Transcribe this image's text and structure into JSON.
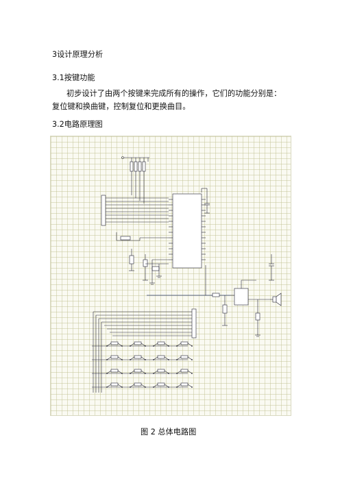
{
  "section_title": "3设计原理分析",
  "subsection_1": {
    "title": "3.1按键功能",
    "paragraph_line1": "初步设计了由两个按键来完成所有的操作，它们的功能分别是：",
    "paragraph_line2": "复位键和换曲键，控制复位和更换曲目。"
  },
  "subsection_2": {
    "title": "3.2电路原理图"
  },
  "figure_caption": "图 2  总体电路图",
  "colors": {
    "text": "#111111",
    "grid_bg": "#fafaf2",
    "grid_line": "#bebe8c",
    "wire": "#223344"
  }
}
